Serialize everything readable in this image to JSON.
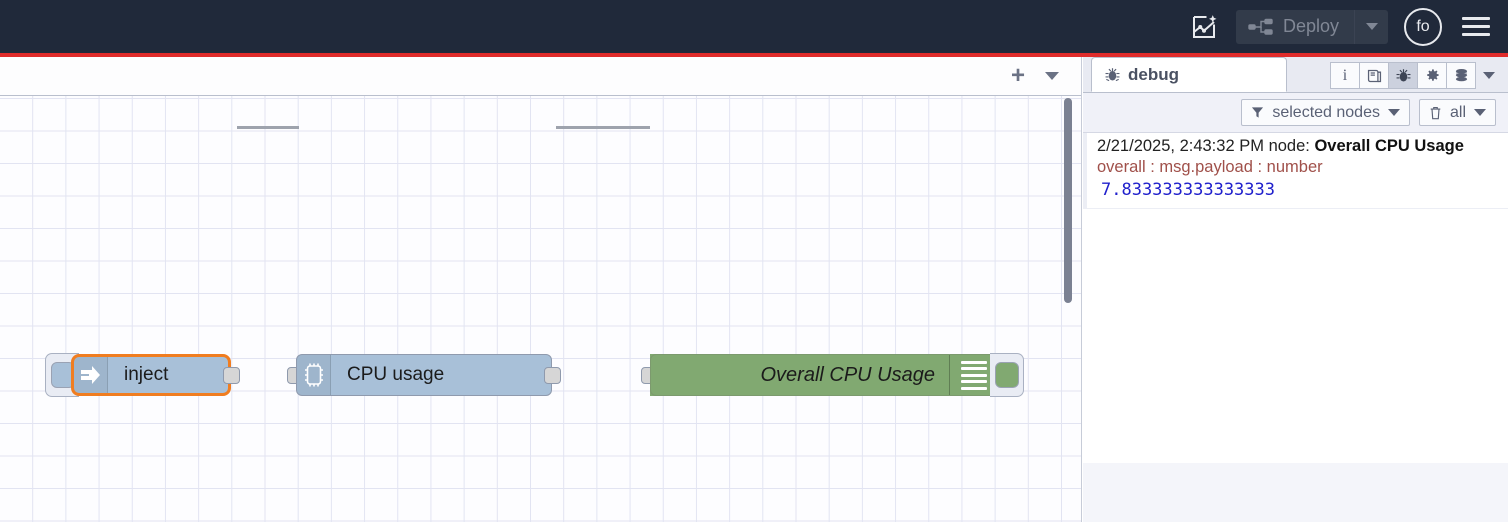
{
  "header": {
    "ai_icon": "flow-sparkle-icon",
    "deploy_label": "Deploy",
    "deploy_icon": "deploy-node-icon",
    "deploy_caret_icon": "chevron-down-icon",
    "avatar_initials": "fo",
    "menu_icon": "hamburger-menu-icon",
    "accent_color": "#e02b2b",
    "bg_color": "#20293a"
  },
  "workspace": {
    "tabbar": {
      "add_icon": "plus-icon",
      "menu_icon": "chevron-down-icon"
    },
    "nodes": [
      {
        "id": "inject",
        "label": "inject",
        "type": "inject",
        "icon": "arrow-right-inject-icon",
        "color": "#a8c0d8",
        "selected": true,
        "button_side": "left"
      },
      {
        "id": "cpu-usage",
        "label": "CPU usage",
        "type": "cpu",
        "icon": "microchip-icon",
        "color": "#a8c0d8",
        "selected": false
      },
      {
        "id": "overall-cpu-usage",
        "label": "Overall CPU Usage",
        "type": "debug",
        "icon": "debug-lines-icon",
        "color": "#81a971",
        "selected": false,
        "button_side": "right",
        "enabled": true
      }
    ]
  },
  "sidebar": {
    "tab": {
      "label": "debug",
      "icon": "bug-icon"
    },
    "tools": [
      {
        "name": "info-icon",
        "glyph": "i",
        "active": false
      },
      {
        "name": "library-book-icon",
        "glyph": "book",
        "active": false
      },
      {
        "name": "debug-bug-icon",
        "glyph": "bug",
        "active": true
      },
      {
        "name": "config-gear-icon",
        "glyph": "gear",
        "active": false
      },
      {
        "name": "context-data-icon",
        "glyph": "stack",
        "active": false
      }
    ],
    "tools_caret_icon": "chevron-down-icon",
    "filters": {
      "node_filter": {
        "label": "selected nodes",
        "icon": "filter-icon",
        "caret": "chevron-down-icon"
      },
      "clear_filter": {
        "label": "all",
        "icon": "trash-icon",
        "caret": "chevron-down-icon"
      }
    },
    "messages": [
      {
        "timestamp": "2/21/2025, 2:43:32 PM",
        "node_prefix": "node: ",
        "node_name": "Overall CPU Usage",
        "topic": "overall : msg.payload : number",
        "value": "7.833333333333333",
        "value_color": "#2020cc",
        "topic_color": "#a0504a"
      }
    ]
  }
}
